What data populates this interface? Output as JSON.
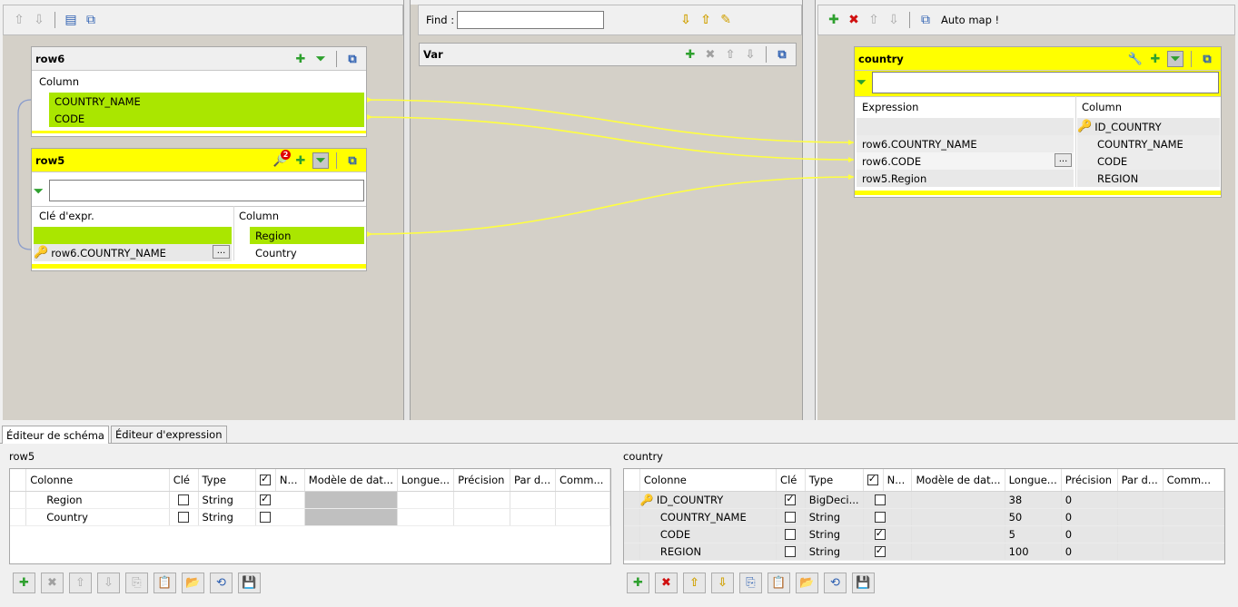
{
  "left_toolbar": {
    "icons": [
      "move-up-icon",
      "move-down-icon",
      "table-icon",
      "window-icon"
    ]
  },
  "var_toolbar": {
    "find_label": "Find :",
    "find_value": ""
  },
  "right_toolbar": {
    "auto_map": "Auto map !"
  },
  "row6": {
    "title": "row6",
    "col_header": "Column",
    "rows": [
      "COUNTRY_NAME",
      "CODE"
    ]
  },
  "row5": {
    "title": "row5",
    "badge": "2",
    "key_header": "Clé d'expr.",
    "col_header": "Column",
    "expr": "row6.COUNTRY_NAME",
    "ellipsis": "...",
    "rows": [
      "Region",
      "Country"
    ]
  },
  "var": {
    "title": "Var"
  },
  "country": {
    "title": "country",
    "expr_header": "Expression",
    "col_header": "Column",
    "rows": [
      {
        "expr": "",
        "col": "ID_COUNTRY"
      },
      {
        "expr": "row6.COUNTRY_NAME",
        "col": "COUNTRY_NAME"
      },
      {
        "expr": "row6.CODE",
        "col": "CODE"
      },
      {
        "expr": "row5.Region",
        "col": "REGION"
      }
    ],
    "ellipsis": "..."
  },
  "tabs": [
    "Éditeur de schéma",
    "Éditeur d'expression"
  ],
  "schema_left": {
    "title": "row5",
    "headers": [
      "Colonne",
      "Clé",
      "Type",
      "N...",
      "Modèle de dat...",
      "Longue...",
      "Précision",
      "Par d...",
      "Comm..."
    ],
    "rows": [
      {
        "name": "Region",
        "type": "String"
      },
      {
        "name": "Country",
        "type": "String"
      }
    ]
  },
  "schema_right": {
    "title": "country",
    "headers": [
      "Colonne",
      "Clé",
      "Type",
      "N...",
      "Modèle de dat...",
      "Longue...",
      "Précision",
      "Par d...",
      "Comm..."
    ],
    "rows": [
      {
        "name": "ID_COUNTRY",
        "type": "BigDeci...",
        "length": "38",
        "precision": "0"
      },
      {
        "name": "COUNTRY_NAME",
        "type": "String",
        "length": "50",
        "precision": "0"
      },
      {
        "name": "CODE",
        "type": "String",
        "length": "5",
        "precision": "0"
      },
      {
        "name": "REGION",
        "type": "String",
        "length": "100",
        "precision": "0"
      }
    ]
  },
  "colors": {
    "accent_yellow": "#ffff00",
    "mapping_green": "#aae600",
    "link_line": "#ffff40"
  }
}
